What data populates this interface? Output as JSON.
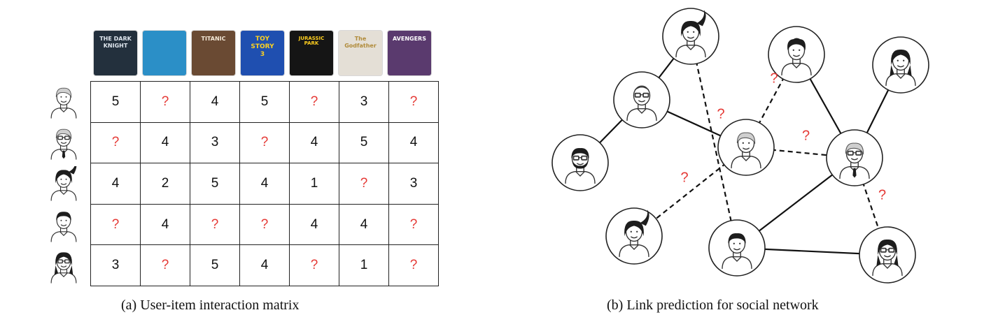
{
  "matrix": {
    "caption": "(a) User-item interaction matrix",
    "movies": [
      {
        "name": "the-dark-knight",
        "title_lines": [
          "THE DARK",
          "KNIGHT"
        ],
        "bg": "#23303d",
        "fg": "#dfe6ee"
      },
      {
        "name": "jaws",
        "title_lines": [],
        "bg": "#2b8fc7",
        "fg": "#ffffff"
      },
      {
        "name": "titanic",
        "title_lines": [
          "TITANIC"
        ],
        "bg": "#6a4a33",
        "fg": "#f4e9d8"
      },
      {
        "name": "toy-story-3",
        "title_lines": [
          "TOY",
          "STORY",
          "3"
        ],
        "bg": "#1f4fb0",
        "fg": "#ffd21f"
      },
      {
        "name": "jurassic-park",
        "title_lines": [
          "JURASSIC PARK"
        ],
        "bg": "#151515",
        "fg": "#ffcf1f"
      },
      {
        "name": "the-godfather",
        "title_lines": [
          "The",
          "Godfather"
        ],
        "bg": "#e4dfd6",
        "fg": "#b08b3a"
      },
      {
        "name": "avengers",
        "title_lines": [
          "AVENGERS"
        ],
        "bg": "#5a3a6e",
        "fg": "#ffffff"
      }
    ],
    "rows": [
      [
        "5",
        "?",
        "4",
        "5",
        "?",
        "3",
        "?"
      ],
      [
        "?",
        "4",
        "3",
        "?",
        "4",
        "5",
        "4"
      ],
      [
        "4",
        "2",
        "5",
        "4",
        "1",
        "?",
        "3"
      ],
      [
        "?",
        "4",
        "?",
        "?",
        "4",
        "4",
        "?"
      ],
      [
        "3",
        "?",
        "5",
        "4",
        "?",
        "1",
        "?"
      ]
    ],
    "row_avatars": [
      "man-short-hair",
      "man-glasses-tie",
      "woman-ponytail",
      "man-dark-hair",
      "woman-glasses-long-hair"
    ]
  },
  "graph": {
    "caption": "(b) Link prediction for social network",
    "nodes": [
      {
        "id": "n1",
        "avatar": "woman-ponytail"
      },
      {
        "id": "n2",
        "avatar": "man-curly-hair"
      },
      {
        "id": "n3",
        "avatar": "woman-long-hair"
      },
      {
        "id": "n4",
        "avatar": "man-bald-glasses"
      },
      {
        "id": "n5",
        "avatar": "man-beard-glasses"
      },
      {
        "id": "n6",
        "avatar": "man-short-hair"
      },
      {
        "id": "n7",
        "avatar": "man-glasses-tie"
      },
      {
        "id": "n8",
        "avatar": "woman-ponytail"
      },
      {
        "id": "n9",
        "avatar": "man-dark-hair"
      },
      {
        "id": "n10",
        "avatar": "woman-glasses-long-hair"
      }
    ],
    "known_links": [
      [
        "n1",
        "n4"
      ],
      [
        "n4",
        "n5"
      ],
      [
        "n4",
        "n6"
      ],
      [
        "n2",
        "n7"
      ],
      [
        "n3",
        "n7"
      ],
      [
        "n7",
        "n9"
      ],
      [
        "n9",
        "n10"
      ]
    ],
    "predicted_links": [
      {
        "from": "n1",
        "to": "n9",
        "label": "?"
      },
      {
        "from": "n2",
        "to": "n6",
        "label": "?"
      },
      {
        "from": "n6",
        "to": "n7",
        "label": "?"
      },
      {
        "from": "n6",
        "to": "n8",
        "label": "?"
      },
      {
        "from": "n7",
        "to": "n10",
        "label": "?"
      }
    ]
  },
  "colors": {
    "unknown": "#e53935",
    "line": "#111111",
    "node_border": "#222222"
  }
}
